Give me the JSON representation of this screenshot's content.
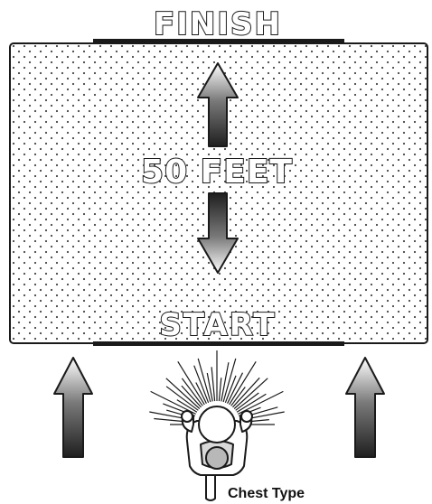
{
  "labels": {
    "finish": "FINISH",
    "distance": "50 FEET",
    "start": "START",
    "caption": "Chest Type"
  },
  "colors": {
    "ink": "#1a1a1a",
    "field_dots": "#444444",
    "arrow_dark": "#222222",
    "arrow_light": "#ffffff",
    "background": "#ffffff"
  },
  "icons": {
    "distance_up": "arrow-up-icon",
    "distance_down": "arrow-down-icon",
    "side_left": "arrow-up-icon",
    "side_right": "arrow-up-icon",
    "person": "person-topdown-icon",
    "burst": "sunburst-icon"
  }
}
